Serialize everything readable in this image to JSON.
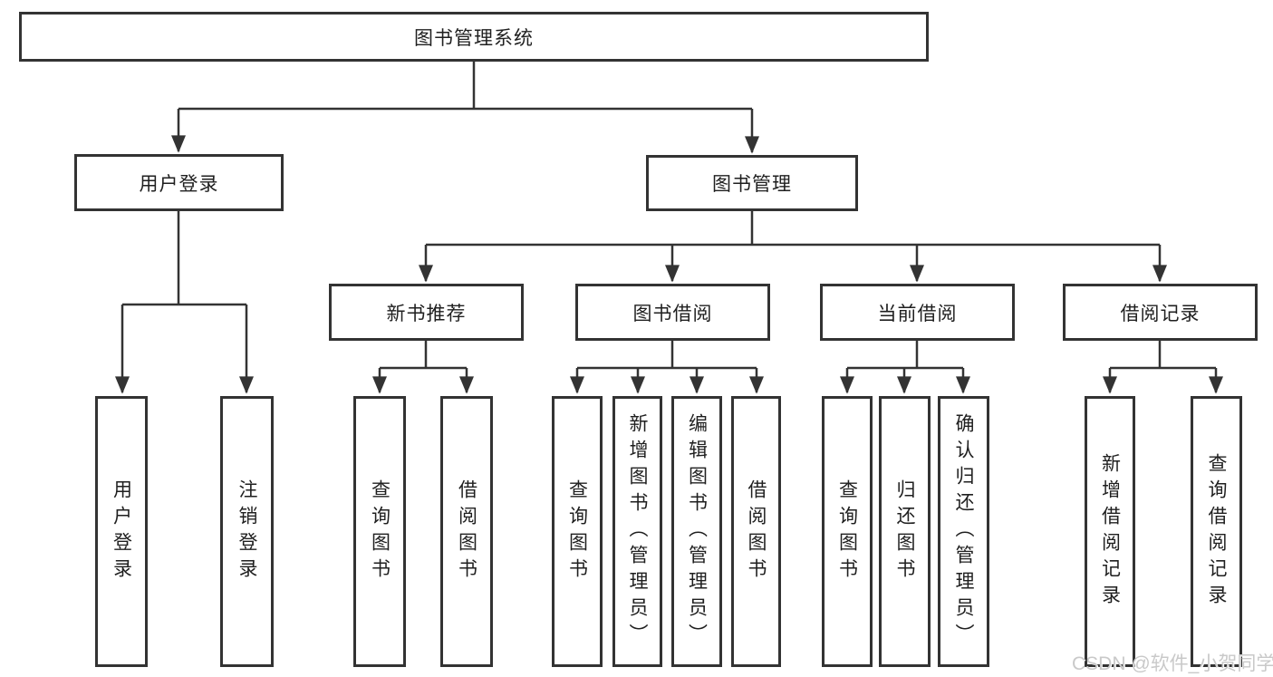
{
  "diagram": {
    "root": {
      "label": "图书管理系统"
    },
    "level2": {
      "user_login": {
        "label": "用户登录"
      },
      "book_management": {
        "label": "图书管理"
      }
    },
    "level3": {
      "new_book_recommend": {
        "label": "新书推荐"
      },
      "book_borrow": {
        "label": "图书借阅"
      },
      "current_borrow": {
        "label": "当前借阅"
      },
      "borrow_record": {
        "label": "借阅记录"
      }
    },
    "leaves": {
      "user_login": [
        "用户登录",
        "注销登录"
      ],
      "new_book_recommend": [
        "查询图书",
        "借阅图书"
      ],
      "book_borrow": [
        "查询图书",
        "新增图书（管理员）",
        "编辑图书（管理员）",
        "借阅图书"
      ],
      "current_borrow": [
        "查询图书",
        "归还图书",
        "确认归还（管理员）"
      ],
      "borrow_record": [
        "新增借阅记录",
        "查询借阅记录"
      ]
    },
    "watermark": "CSDN @软件_小贺同学",
    "colors": {
      "line": "#333333",
      "text": "#1f1f1f",
      "watermark": "#c9c9c9",
      "background": "#ffffff"
    }
  }
}
